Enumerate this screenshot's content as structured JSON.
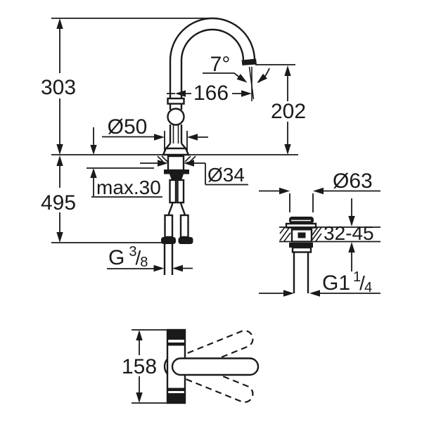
{
  "drawing": {
    "type": "technical-dimension-drawing",
    "line_color": "#1a1a1a",
    "background": "#ffffff",
    "front_view": {
      "dim_height_above_deck": "303",
      "dim_total_height": "495",
      "dim_base_diameter": "Ø50",
      "dim_max_deck": "max.30",
      "dim_hole_diameter": "Ø34",
      "dim_spout_reach": "166",
      "dim_outlet_height": "202",
      "dim_spout_angle": "7°",
      "supply_thread": {
        "prefix": "G",
        "sup": "3",
        "slash": "/",
        "sub": "8"
      }
    },
    "drain_view": {
      "dim_flange_diameter": "Ø63",
      "dim_deck_range": "32-45",
      "thread": {
        "prefix": "G1",
        "sup": "1",
        "slash": "/",
        "sub": "4"
      }
    },
    "top_view": {
      "dim_handle_swing": "158"
    }
  }
}
